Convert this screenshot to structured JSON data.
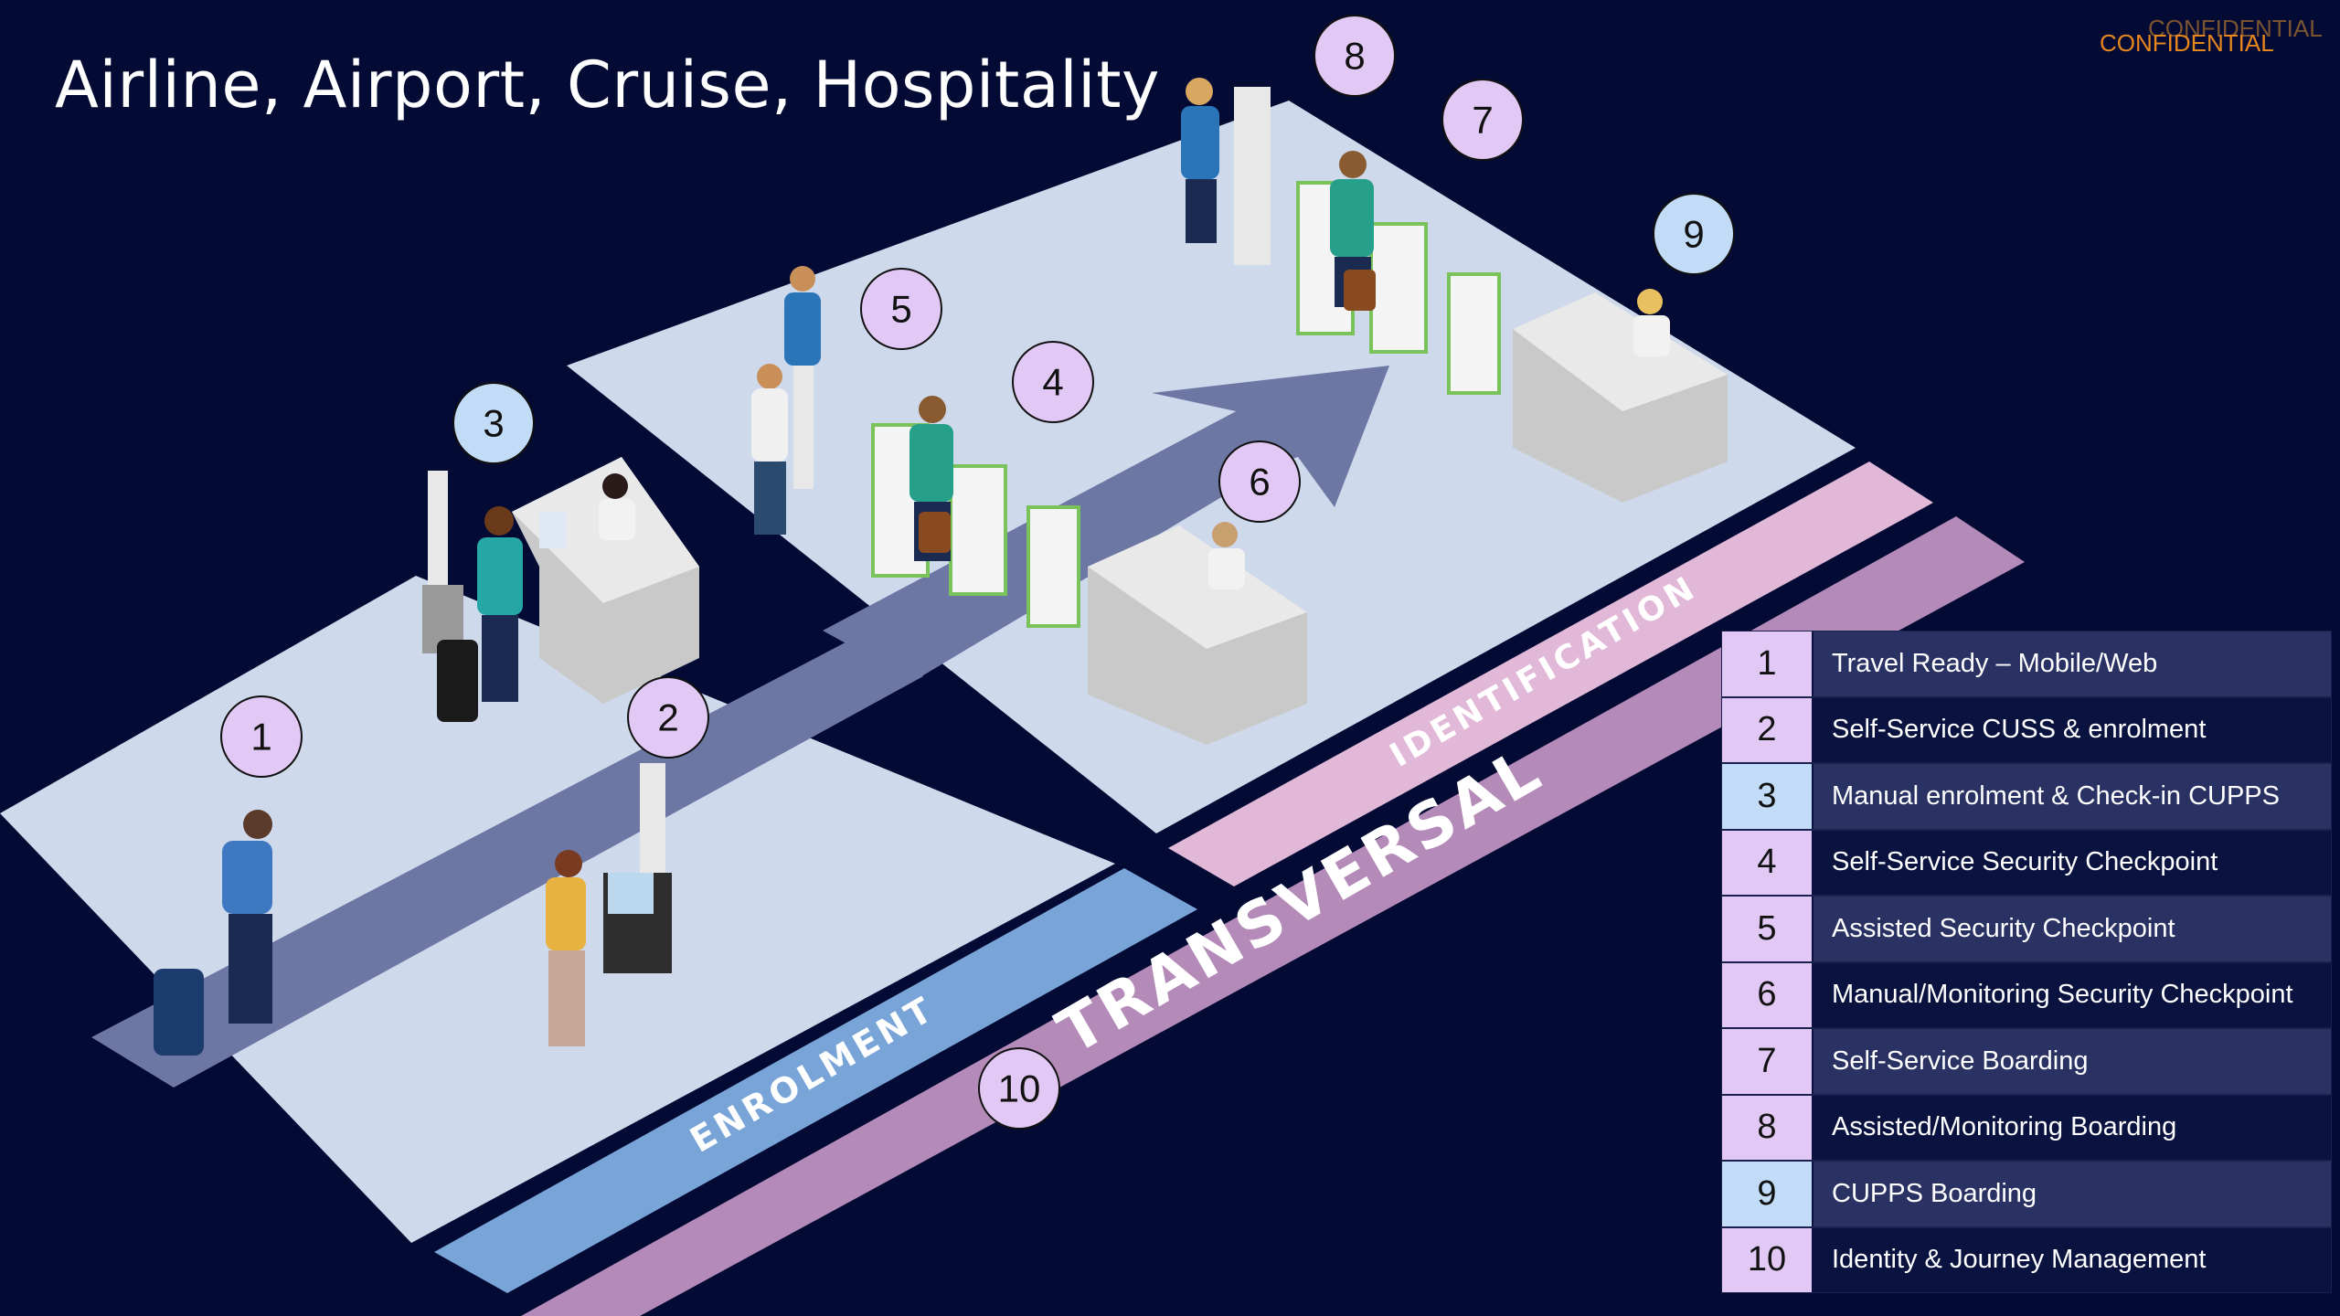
{
  "title": "Airline, Airport, Cruise, Hospitality",
  "confidential_labels": [
    "CONFIDENTIAL",
    "CONFIDENTIAL"
  ],
  "colors": {
    "background": "#030a33",
    "pink_marker": "#e2c8f4",
    "blue_marker": "#c2dcf8",
    "enrolment_band": "#78a4d8",
    "identification_band": "#e2b8d8",
    "transversal_band": "#b48ab8",
    "floor": "#cfd9ec"
  },
  "bands": {
    "enrolment": "ENROLMENT",
    "identification": "IDENTIFICATION",
    "transversal": "TRANSVERSAL"
  },
  "markers": [
    {
      "number": "1",
      "type": "pink"
    },
    {
      "number": "2",
      "type": "pink"
    },
    {
      "number": "3",
      "type": "blue"
    },
    {
      "number": "4",
      "type": "pink"
    },
    {
      "number": "5",
      "type": "pink"
    },
    {
      "number": "6",
      "type": "pink"
    },
    {
      "number": "7",
      "type": "pink"
    },
    {
      "number": "8",
      "type": "pink"
    },
    {
      "number": "9",
      "type": "blue"
    },
    {
      "number": "10",
      "type": "pink"
    }
  ],
  "legend": [
    {
      "number": "1",
      "label": "Travel Ready – Mobile/Web",
      "type": "pink"
    },
    {
      "number": "2",
      "label": "Self-Service CUSS & enrolment",
      "type": "pink"
    },
    {
      "number": "3",
      "label": "Manual enrolment & Check-in CUPPS",
      "type": "blue"
    },
    {
      "number": "4",
      "label": "Self-Service Security Checkpoint",
      "type": "pink"
    },
    {
      "number": "5",
      "label": "Assisted Security Checkpoint",
      "type": "pink"
    },
    {
      "number": "6",
      "label": "Manual/Monitoring Security Checkpoint",
      "type": "pink"
    },
    {
      "number": "7",
      "label": "Self-Service Boarding",
      "type": "pink"
    },
    {
      "number": "8",
      "label": "Assisted/Monitoring Boarding",
      "type": "pink"
    },
    {
      "number": "9",
      "label": "CUPPS Boarding",
      "type": "blue"
    },
    {
      "number": "10",
      "label": "Identity & Journey Management",
      "type": "pink"
    }
  ]
}
